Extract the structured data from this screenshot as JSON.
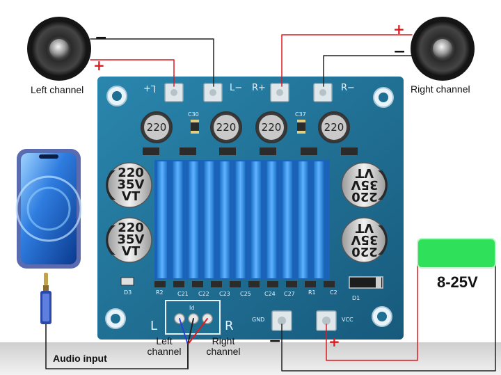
{
  "labels": {
    "left_channel": "Left channel",
    "right_channel": "Right channel",
    "audio_input": "Audio input",
    "wire_left": "Left\nchannel",
    "wire_right": "Right\nchannel",
    "supply_voltage": "8-25V"
  },
  "signs": {
    "plus": "+",
    "minus": "−"
  },
  "silkscreen": {
    "terminals_top": [
      "L+",
      "L−",
      "R+",
      "R−"
    ],
    "gnd": "GND",
    "vcc": "VCC",
    "input_l": "L",
    "input_r": "R",
    "input_mid": "Id",
    "caps_small": [
      "C30",
      "C37"
    ],
    "bottom_refs": [
      "R2",
      "C21",
      "C22",
      "C23",
      "C25",
      "C24",
      "C27",
      "R1",
      "C2",
      "D1",
      "D3"
    ]
  },
  "inductor_value": "220",
  "electrolytic": {
    "cap": "220",
    "voltage": "35V",
    "series": "VT"
  },
  "colors": {
    "pcb": "#1f6f93",
    "heatsink": "#2f8fe6",
    "wire_red": "#e0191f",
    "wire_black": "#222222",
    "battery": "#2ee05a"
  }
}
